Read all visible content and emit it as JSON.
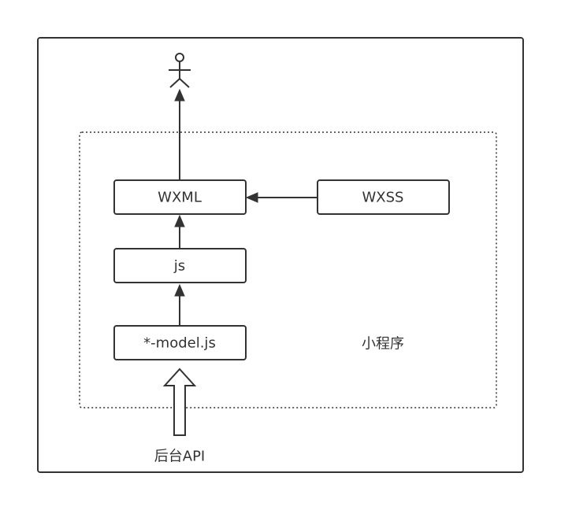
{
  "diagram": {
    "nodes": {
      "wxml": "WXML",
      "wxss": "WXSS",
      "js": "js",
      "model": "*-model.js"
    },
    "group_label": "小程序",
    "source_label": "后台API",
    "actor_icon": "stick-figure-user-icon",
    "colors": {
      "stroke": "#333333",
      "fill": "#ffffff"
    }
  }
}
